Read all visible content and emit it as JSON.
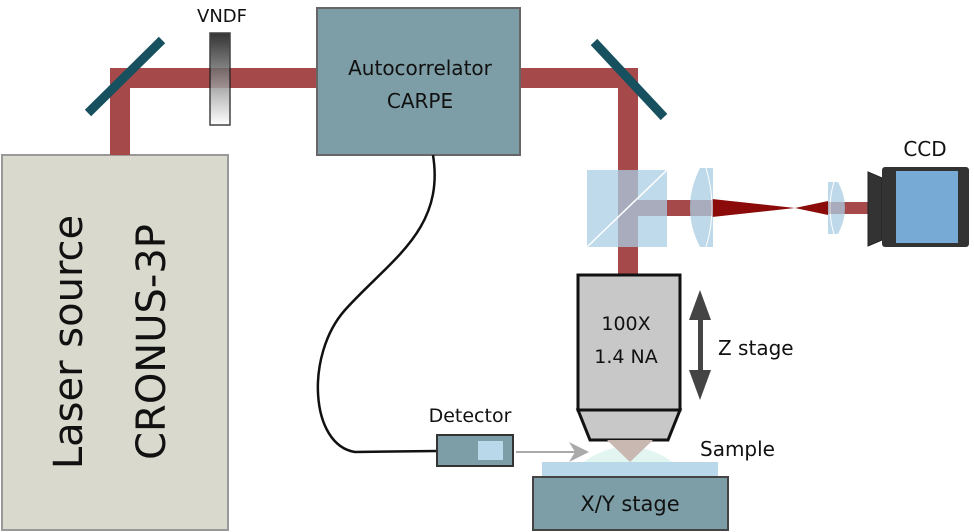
{
  "labels": {
    "vndf": "VNDF",
    "autocorrelator_line1": "Autocorrelator",
    "autocorrelator_line2": "CARPE",
    "laser_line1": "Laser source",
    "laser_line2": "CRONUS-3P",
    "ccd": "CCD",
    "objective_line1": "100X",
    "objective_line2": "1.4 NA",
    "z_stage": "Z stage",
    "detector": "Detector",
    "sample": "Sample",
    "xy_stage": "X/Y stage"
  },
  "colors": {
    "beam": "#a5494a",
    "focused_beam": "#8b0a0a",
    "mirror": "#17505e",
    "module": "#7d9ea6",
    "laser_box": "#d9d9cd",
    "optics": "#a9cde3",
    "ccd_sensor": "#78aad6",
    "objective": "#c8c8c8"
  }
}
